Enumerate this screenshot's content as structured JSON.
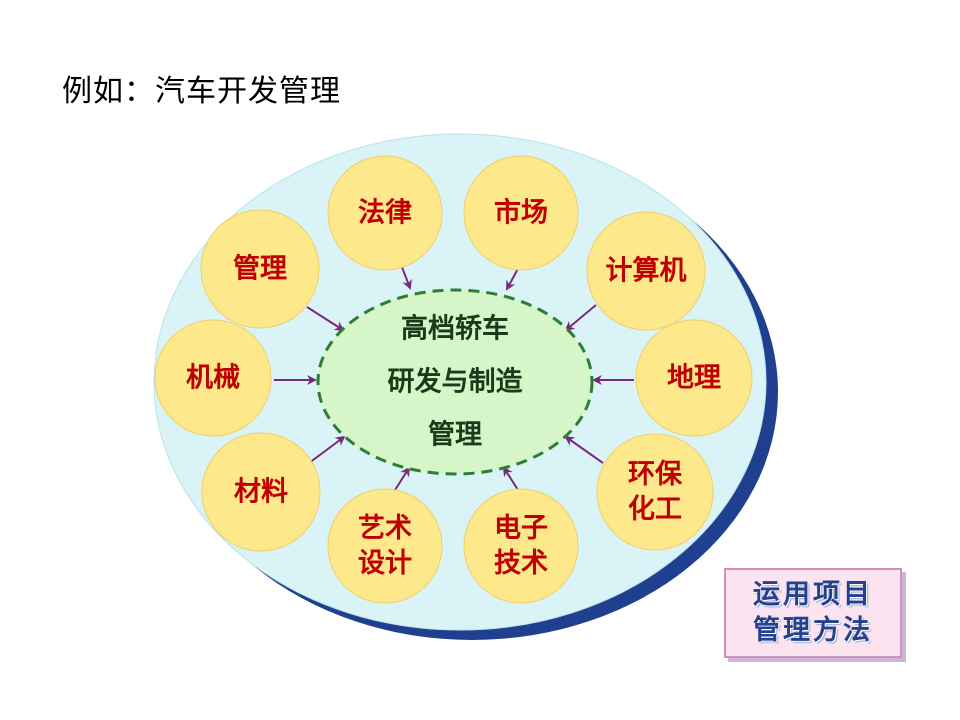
{
  "title": "例如：汽车开发管理",
  "center": {
    "lines": [
      "高档轿车",
      "研发与制造",
      "管理"
    ]
  },
  "nodes": [
    {
      "id": "law",
      "lines": [
        "法律"
      ]
    },
    {
      "id": "market",
      "lines": [
        "市场"
      ]
    },
    {
      "id": "computer",
      "lines": [
        "计算机"
      ]
    },
    {
      "id": "geography",
      "lines": [
        "地理"
      ]
    },
    {
      "id": "environmental-chemistry",
      "lines": [
        "环保",
        "化工"
      ]
    },
    {
      "id": "electronics",
      "lines": [
        "电子",
        "技术"
      ]
    },
    {
      "id": "art-design",
      "lines": [
        "艺术",
        "设计"
      ]
    },
    {
      "id": "materials",
      "lines": [
        "材料"
      ]
    },
    {
      "id": "machinery",
      "lines": [
        "机械"
      ]
    },
    {
      "id": "management",
      "lines": [
        "管理"
      ]
    }
  ],
  "method_box": {
    "lines": [
      "运用项目",
      "管理方法"
    ]
  },
  "colors": {
    "outer_ellipse": "#d9f3f6",
    "outer_shadow": "#1f3f8f",
    "node_fill": "#fde88b",
    "node_text": "#c00000",
    "center_fill": "#d6f5c9",
    "center_border": "#2e7d32",
    "arrow": "#7b2a7b",
    "method_text": "#24408f"
  }
}
